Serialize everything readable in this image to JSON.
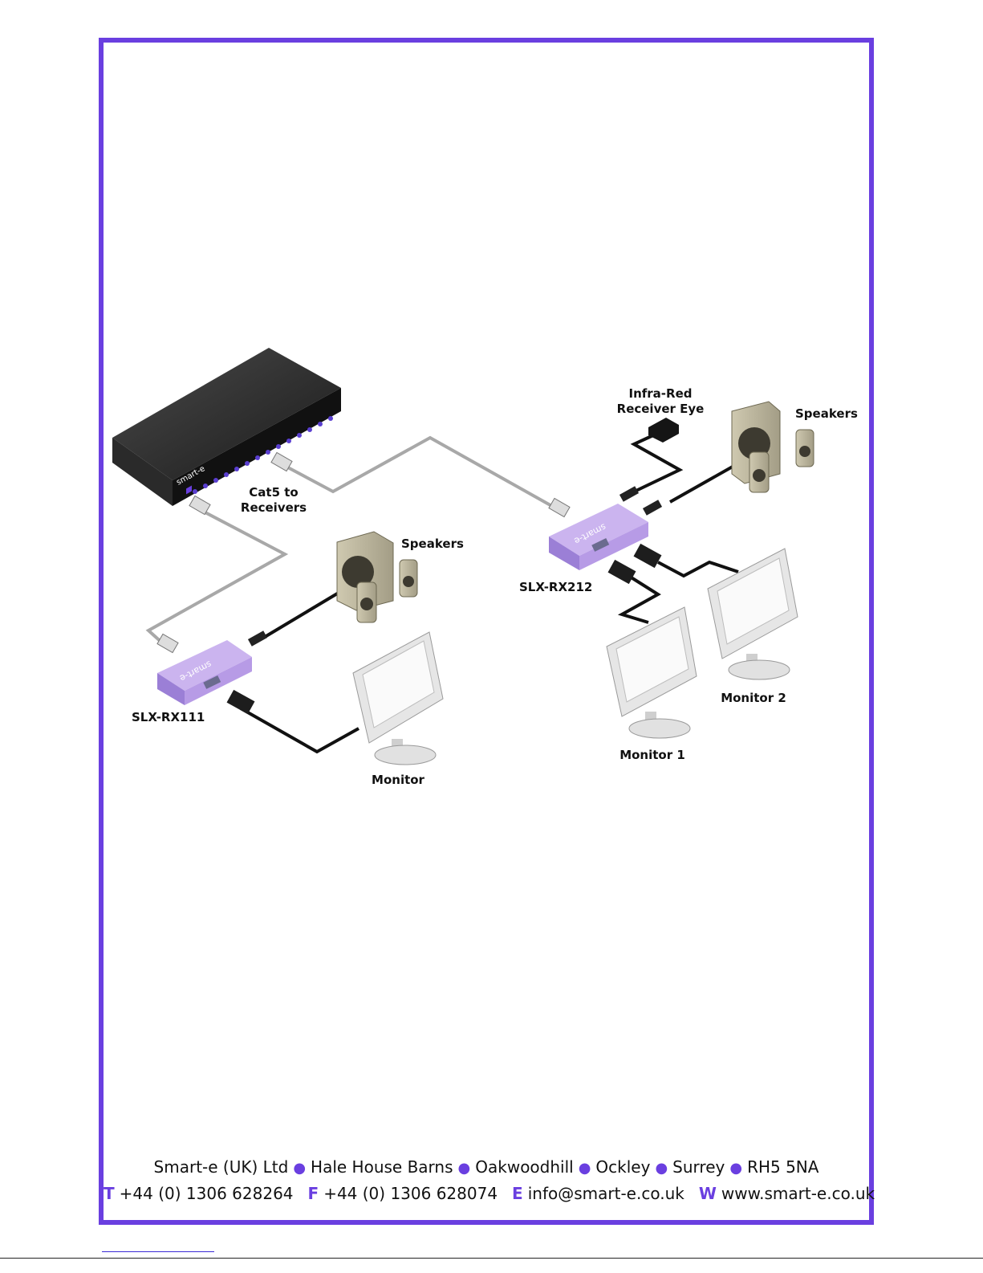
{
  "colors": {
    "brand_purple": "#6a3fe0",
    "device_purple": "#b79be6",
    "cable_grey": "#a8a8a8",
    "cable_black": "#111111"
  },
  "diagram": {
    "labels": {
      "cat5": [
        "Cat5 to",
        "Receivers"
      ],
      "ir_eye": [
        "Infra-Red",
        "Receiver Eye"
      ],
      "speakers_right": "Speakers",
      "speakers_left": "Speakers",
      "rx212": "SLX-RX212",
      "rx111": "SLX-RX111",
      "monitor": "Monitor",
      "monitor1": "Monitor 1",
      "monitor2": "Monitor 2"
    },
    "brand_mark": "smart-e"
  },
  "footer": {
    "address_parts": [
      "Smart-e (UK) Ltd",
      "Hale House Barns",
      "Oakwoodhill",
      "Ockley",
      "Surrey",
      "RH5 5NA"
    ],
    "contacts": [
      {
        "key": "T",
        "value": "+44 (0) 1306 628264"
      },
      {
        "key": "F",
        "value": "+44 (0) 1306 628074"
      },
      {
        "key": "E",
        "value": "info@smart-e.co.uk"
      },
      {
        "key": "W",
        "value": "www.smart-e.co.uk"
      }
    ]
  }
}
